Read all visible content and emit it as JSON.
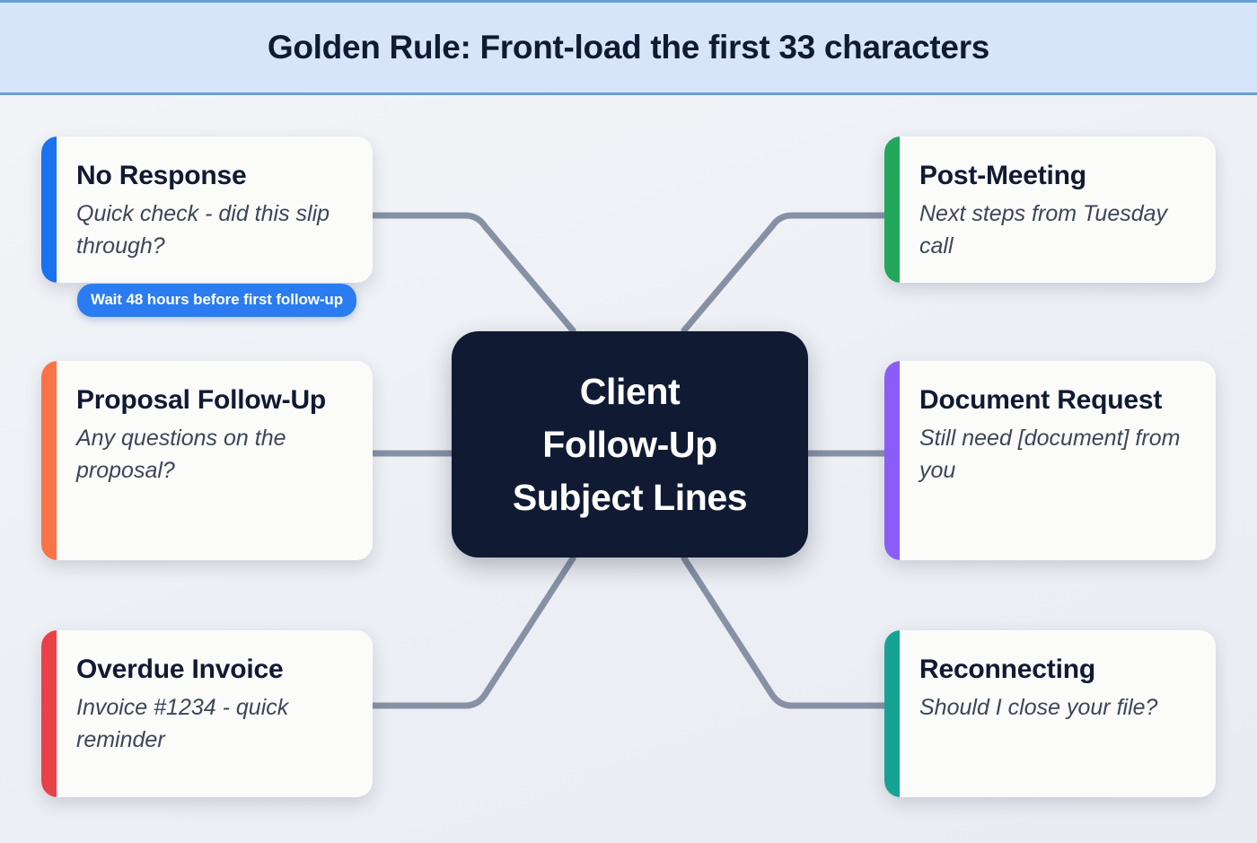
{
  "header": {
    "title": "Golden Rule: Front-load the first 33 characters",
    "background": "#d7e5fb",
    "border_color": "#6a9fd4"
  },
  "center": {
    "lines": [
      "Client",
      "Follow-Up",
      "Subject Lines"
    ],
    "background": "#111a33",
    "text_color": "#ffffff"
  },
  "connector_color": "#8791a5",
  "branches": [
    {
      "id": "no-response",
      "title": "No Response",
      "subtitle": "Quick check - did this slip through?",
      "accent": "#1b72ee",
      "side": "left"
    },
    {
      "id": "proposal",
      "title": "Proposal Follow-Up",
      "subtitle": "Any questions on the proposal?",
      "accent": "#f97347",
      "side": "left"
    },
    {
      "id": "invoice",
      "title": "Overdue Invoice",
      "subtitle": "Invoice #1234 - quick reminder",
      "accent": "#e8414a",
      "side": "left"
    },
    {
      "id": "post-meeting",
      "title": "Post-Meeting",
      "subtitle": "Next steps from Tuesday call",
      "accent": "#22a75b",
      "side": "right"
    },
    {
      "id": "document",
      "title": "Document Request",
      "subtitle": "Still need [document] from you",
      "accent": "#8b5cf6",
      "side": "right"
    },
    {
      "id": "reconnect",
      "title": "Reconnecting",
      "subtitle": "Should I close your file?",
      "accent": "#16a394",
      "side": "right"
    }
  ],
  "badge": {
    "label": "Wait 48 hours before first follow-up",
    "background": "#2b7cf0",
    "text_color": "#ffffff"
  }
}
